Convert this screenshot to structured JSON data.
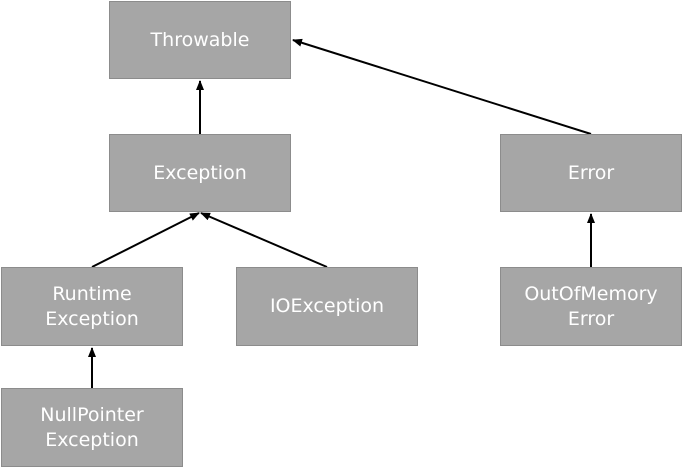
{
  "nodes": {
    "throwable": "Throwable",
    "exception": "Exception",
    "error": "Error",
    "runtime_exception": "Runtime\nException",
    "io_exception": "IOException",
    "out_of_memory_error": "OutOfMemory\nError",
    "null_pointer_exception": "NullPointer\nException"
  },
  "edges": [
    {
      "from": "exception",
      "to": "throwable"
    },
    {
      "from": "error",
      "to": "throwable"
    },
    {
      "from": "runtime_exception",
      "to": "exception"
    },
    {
      "from": "io_exception",
      "to": "exception"
    },
    {
      "from": "out_of_memory_error",
      "to": "error"
    },
    {
      "from": "null_pointer_exception",
      "to": "runtime_exception"
    }
  ],
  "colors": {
    "node_fill": "#a6a6a6",
    "node_text": "#ffffff",
    "arrow": "#000000"
  }
}
